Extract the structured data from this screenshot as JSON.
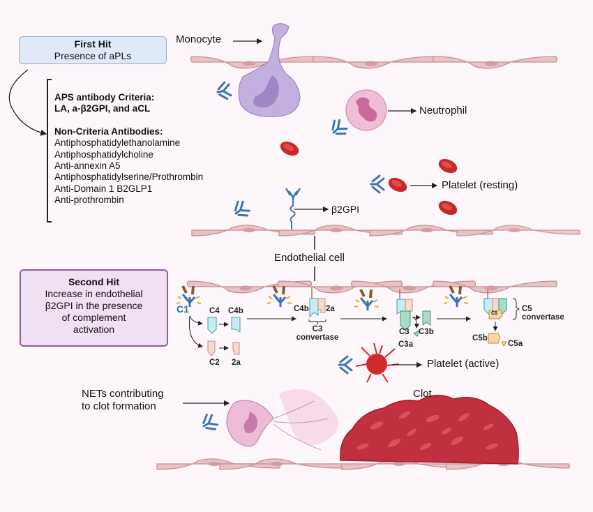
{
  "first_hit": {
    "title": "First Hit",
    "subtitle": "Presence of aPLs"
  },
  "criteria": {
    "heading1": "APS antibody Criteria:",
    "line1": "LA, a-β2GPI, and  aCL",
    "heading2": "Non-Criteria Antibodies:",
    "items": [
      "Antiphosphatidylethanolamine",
      "Antiphosphatidylcholine",
      "Anti-annexin A5",
      "Antiphosphatidylserine/Prothrombin",
      "Anti-Domain 1 B2GLP1",
      "Anti-prothrombin"
    ]
  },
  "second_hit": {
    "title": "Second Hit",
    "lines": [
      "Increase in endothelial",
      "β2GPI in the presence",
      "of complement",
      "activation"
    ]
  },
  "labels": {
    "monocyte": "Monocyte",
    "neutrophil": "Neutrophil",
    "platelet_resting": "Platelet (resting)",
    "b2gpi": "β2GPI",
    "endothelial": "Endothelial cell",
    "platelet_active": "Platelet (active)",
    "nets": [
      "NETs contributing",
      "to clot formation"
    ],
    "clot": "Clot"
  },
  "complement": {
    "c1": "C1",
    "c4": "C4",
    "c4b": "C4b",
    "c2": "C2",
    "c2a": "2a",
    "c4b_conv": "C4b",
    "c2a_conv": "2a",
    "c3_convertase": [
      "C3",
      "convertase"
    ],
    "c3": "C3",
    "c3b": "C3b",
    "c3a": "C3a",
    "c5_convertase": [
      "C5",
      "convertase"
    ],
    "c5": "C5",
    "c5b": "C5b",
    "c5a": "C5a"
  },
  "colors": {
    "vessel": "#e8c3c6",
    "vessel_stroke": "#c98a91",
    "antibody": "#3d74b4",
    "rbc": "#c8282b",
    "clot": "#c0303e",
    "monocyte": "#c4b0e0",
    "neutrophil": "#f0bcd6",
    "c4": "#c6eef2",
    "c2": "#f8d9d2",
    "c3": "#a8dcc8",
    "c5": "#f9d7a0"
  }
}
